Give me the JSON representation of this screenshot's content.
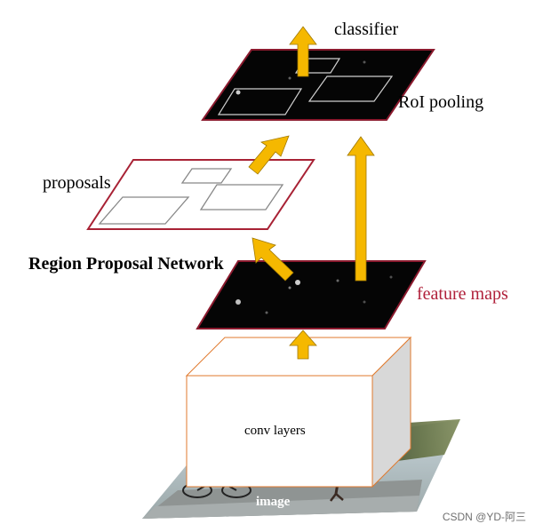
{
  "diagram": {
    "labels": {
      "classifier": "classifier",
      "roi_pooling": "RoI pooling",
      "proposals": "proposals",
      "rpn": "Region Proposal Network",
      "feature_maps": "feature maps",
      "conv_layers": "conv layers",
      "image": "image"
    },
    "watermark": "CSDN @YD-阿三"
  },
  "colors": {
    "arrow": "#f5b800",
    "arrow_outline": "#a07800",
    "map_fill": "#050505",
    "map_border": "#8b1a2e",
    "feature_maps_text": "#b0203a",
    "box_outline": "#e07a2e",
    "box_side": "#d8d8d8"
  }
}
